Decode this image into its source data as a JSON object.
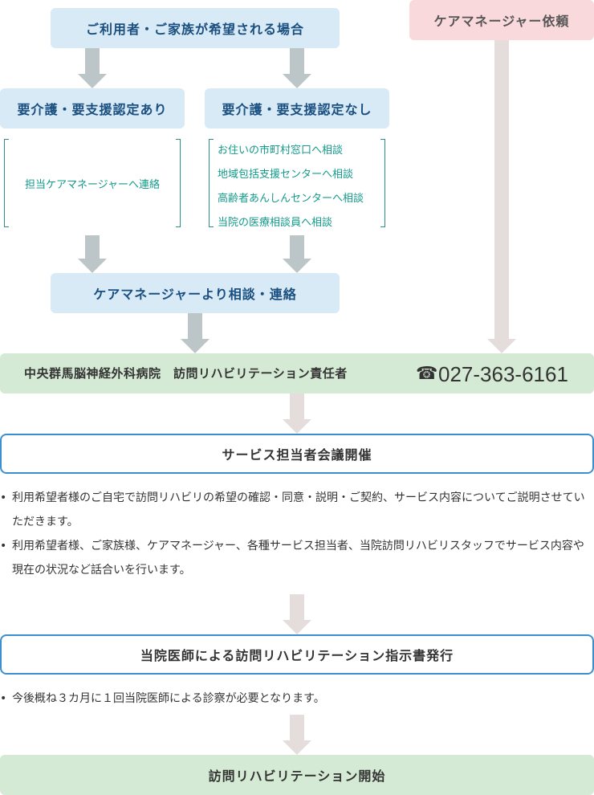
{
  "top": {
    "family_request": "ご利用者・ご家族が希望される場合",
    "care_manager_request": "ケアマネージャー依頼"
  },
  "branches": {
    "with_cert": {
      "title": "要介護・要支援認定あり",
      "note": "担当ケアマネージャーへ連絡"
    },
    "without_cert": {
      "title": "要介護・要支援認定なし",
      "items": [
        "お住いの市町村窓口へ相談",
        "地域包括支援センターへ相談",
        "高齢者あんしんセンターへ相談",
        "当院の医療相談員へ相談"
      ]
    }
  },
  "consult_step": "ケアマネージャーより相談・連絡",
  "hospital": {
    "name": "中央群馬脳神経外科病院　訪問リハビリテーション責任者",
    "phone_icon": "☎",
    "phone": "027-363-6161"
  },
  "meeting": {
    "title": "サービス担当者会議開催",
    "bullets": [
      "利用希望者様のご自宅で訪問リハビリの希望の確認・同意・説明・ご契約、サービス内容についてご説明させていただきます。",
      "利用希望者様、ご家族様、ケアマネージャー、各種サービス担当者、当院訪問リハビリスタッフでサービス内容や現在の状況など話合いを行います。"
    ]
  },
  "instruction": {
    "title": "当院医師による訪問リハビリテーション指示書発行",
    "bullets": [
      "今後概ね３カ月に１回当院医師による診察が必要となります。"
    ]
  },
  "start": "訪問リハビリテーション開始",
  "colors": {
    "blue_box": "#d8eaf6",
    "blue_text": "#1a4f80",
    "pink_box": "#f9d9dc",
    "green_box": "#d4ead4",
    "outline": "#3b8fcf",
    "teal_text": "#139a8a",
    "arrow_gray": "#bcc6c8",
    "arrow_beige": "#e4dddb"
  }
}
